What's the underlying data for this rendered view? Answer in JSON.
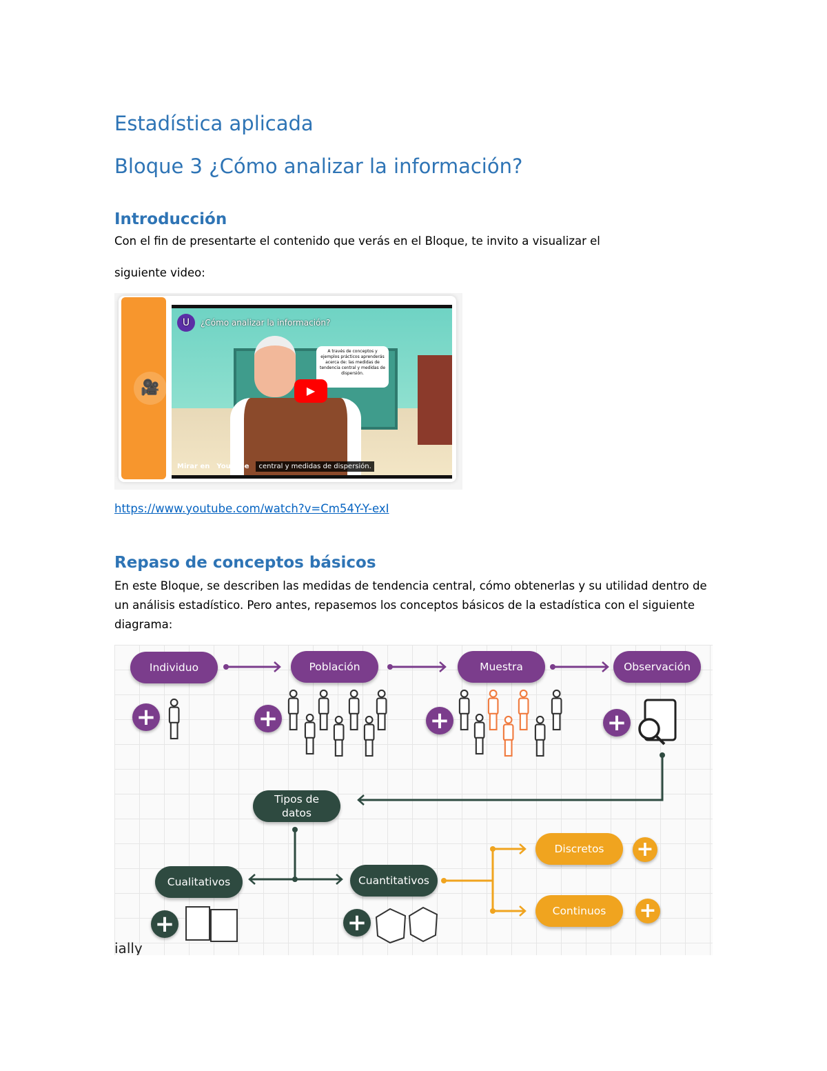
{
  "title": "Estadística aplicada",
  "subtitle": "Bloque 3 ¿Cómo analizar la información?",
  "intro": {
    "heading": "Introducción",
    "line1": "Con el fin de presentarte el contenido que verás en el Bloque, te invito a visualizar el",
    "line2": "siguiente video:",
    "video": {
      "channel_initial": "U",
      "title": "¿Cómo analizar la información?",
      "bubble": "A través de conceptos y ejemplos prácticos aprenderás acerca de: las medidas de tendencia central y medidas de dispersión.",
      "watch_on": "Mirar en",
      "platform": "YouTube",
      "caption": "central y medidas de dispersión.",
      "camera_icon": "video-camera-icon",
      "play_icon": "play-icon"
    },
    "link": "https://www.youtube.com/watch?v=Cm54Y-Y-exI"
  },
  "review": {
    "heading": "Repaso de conceptos básicos",
    "text": "En este Bloque, se describen las medidas de tendencia central, cómo obtenerlas y su utilidad dentro de un análisis estadístico. Pero antes, repasemos los conceptos básicos de la estadística con el siguiente diagrama:"
  },
  "diagram": {
    "nodes": {
      "individuo": "Individuo",
      "poblacion": "Población",
      "muestra": "Muestra",
      "observacion": "Observación",
      "tipos": "Tipos de datos",
      "cualitativos": "Cualitativos",
      "cuantitativos": "Cuantitativos",
      "discretos": "Discretos",
      "continuos": "Continuos"
    },
    "plus": "+",
    "brand": "ially",
    "colors": {
      "purple": "#7b3d8c",
      "dark": "#2e4a40",
      "orange": "#f0a41f",
      "highlight": "#f07b3f"
    }
  }
}
